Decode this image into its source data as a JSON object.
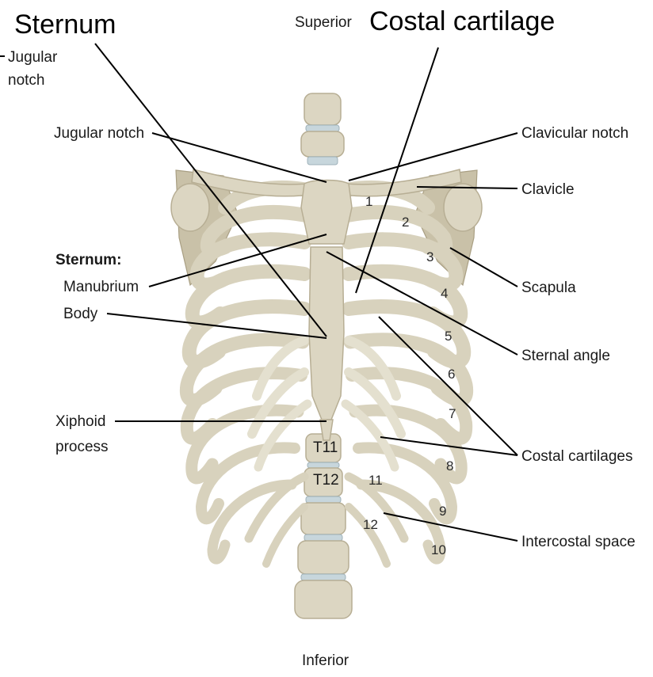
{
  "annotations": {
    "sternum_big": "Sternum",
    "costal_cartilage_big": "Costal cartilage",
    "jugular_notch_topleft_line1": "Jugular",
    "jugular_notch_topleft_line2": "notch",
    "superior": "Superior",
    "inferior": "Inferior",
    "jugular_notch": "Jugular notch",
    "sternum_heading": "Sternum:",
    "manubrium": "Manubrium",
    "body": "Body",
    "xiphoid_line1": "Xiphoid",
    "xiphoid_line2": "process",
    "clavicular_notch": "Clavicular notch",
    "clavicle": "Clavicle",
    "scapula": "Scapula",
    "sternal_angle": "Sternal angle",
    "costal_cartilages": "Costal cartilages",
    "intercostal_space": "Intercostal space"
  },
  "rib_numbers": [
    "1",
    "2",
    "3",
    "4",
    "5",
    "6",
    "7",
    "8",
    "9",
    "10",
    "11",
    "12"
  ],
  "vertebrae": {
    "t11": "T11",
    "t12": "T12"
  },
  "colors": {
    "bone": "#dcd6c2",
    "bone_shadow": "#b7ae94",
    "disc": "#c7d6dc",
    "leader": "#000000"
  }
}
